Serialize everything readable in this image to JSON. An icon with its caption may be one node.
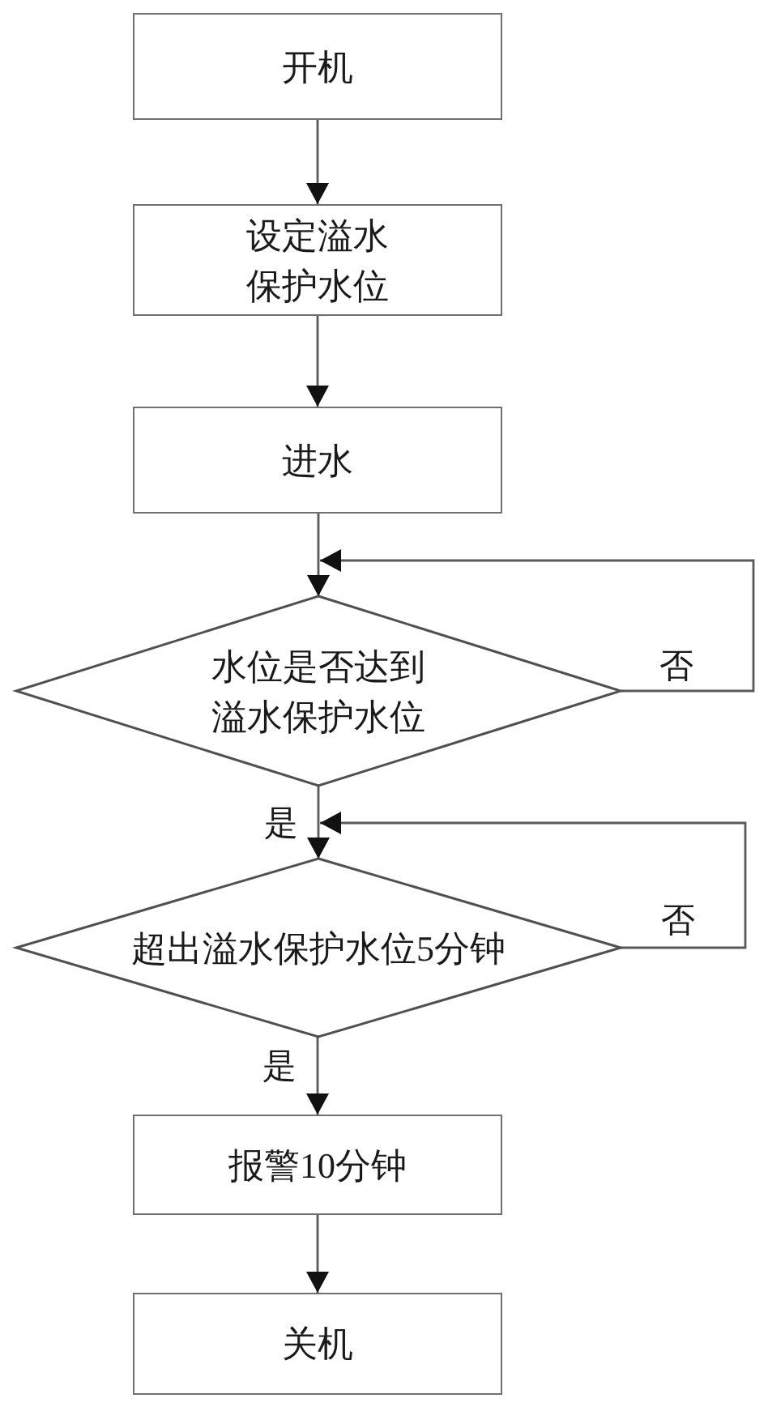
{
  "diagram": {
    "nodes": [
      {
        "text": [
          "开机"
        ]
      },
      {
        "text": [
          "设定溢水保护水位"
        ]
      },
      {
        "text": [
          "进水"
        ]
      },
      {
        "text": [
          "水位是否达到溢水保护水位"
        ]
      },
      {
        "text": [
          "超出溢水保护水位5分钟"
        ]
      },
      {
        "text": [
          "报警10分钟"
        ]
      },
      {
        "text": [
          "关机"
        ]
      }
    ],
    "edges": [
      {
        "from": 0,
        "to": 1,
        "arrow": "to"
      },
      {
        "from": 1,
        "to": 2,
        "arrow": "to"
      },
      {
        "from": 2,
        "to": 3,
        "arrow": "to"
      },
      {
        "from": 3,
        "to": 3,
        "arrow": "to",
        "label": "否"
      },
      {
        "from": 3,
        "to": 4,
        "arrow": "to",
        "label": "是"
      },
      {
        "from": 4,
        "to": 4,
        "arrow": "to",
        "label": "否"
      },
      {
        "from": 4,
        "to": 5,
        "arrow": "to",
        "label": "是"
      },
      {
        "from": 5,
        "to": 6,
        "arrow": "to"
      }
    ]
  }
}
